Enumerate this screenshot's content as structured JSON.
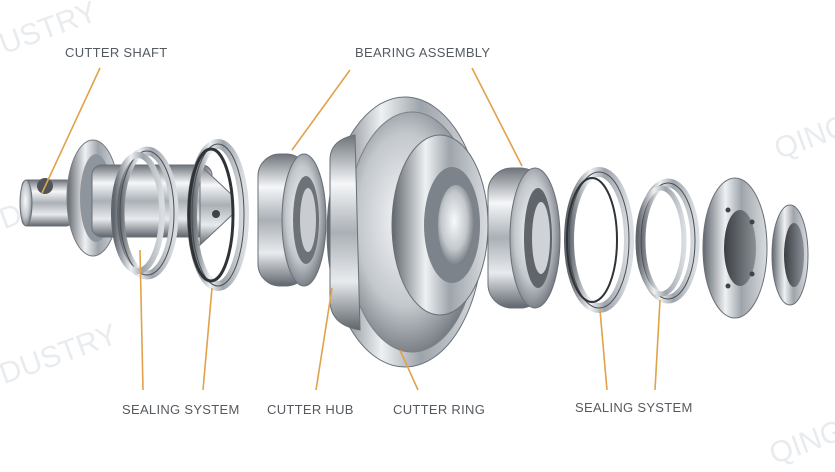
{
  "labels": {
    "cutter_shaft": "CUTTER SHAFT",
    "bearing_assembly": "BEARING ASSEMBLY",
    "sealing_system_left": "SEALING SYSTEM",
    "cutter_hub": "CUTTER HUB",
    "cutter_ring": "CUTTER RING",
    "sealing_system_right": "SEALING SYSTEM"
  },
  "watermark": {
    "text_a": "USTRY",
    "text_b": "QING",
    "text_c": "DUSTRY",
    "text_d": "DUSTRY",
    "text_e": "QING"
  },
  "colors": {
    "leader": "#e0a24a",
    "label_text": "#555a60",
    "metal_light": "#f2f4f6",
    "metal_dark": "#6e747b"
  },
  "parts": [
    "cutter-shaft",
    "sealing-ring",
    "sealing-ring",
    "bearing",
    "cutter-hub",
    "cutter-ring",
    "bearing",
    "sealing-ring",
    "sealing-ring",
    "end-cap",
    "end-cap-small"
  ]
}
